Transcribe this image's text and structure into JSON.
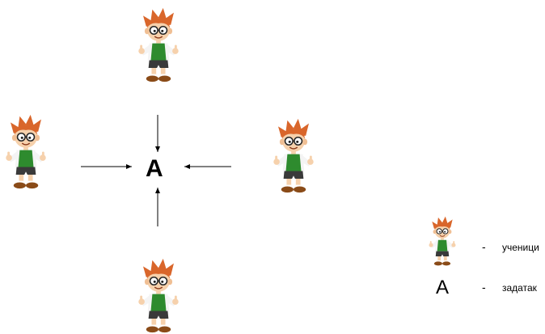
{
  "diagram": {
    "center_label": "A",
    "students": [
      "student",
      "student",
      "student",
      "student"
    ]
  },
  "legend": {
    "student_dash": "-",
    "student_label": "ученици",
    "task_symbol": "A",
    "task_dash": "-",
    "task_label": "задатак"
  },
  "colors": {
    "hair": "#d9662b",
    "skin": "#f6d1ac",
    "shirt": "#2e8b2e",
    "shorts": "#3a3a3a",
    "shoes": "#8a4b18",
    "arrow": "#000000"
  }
}
